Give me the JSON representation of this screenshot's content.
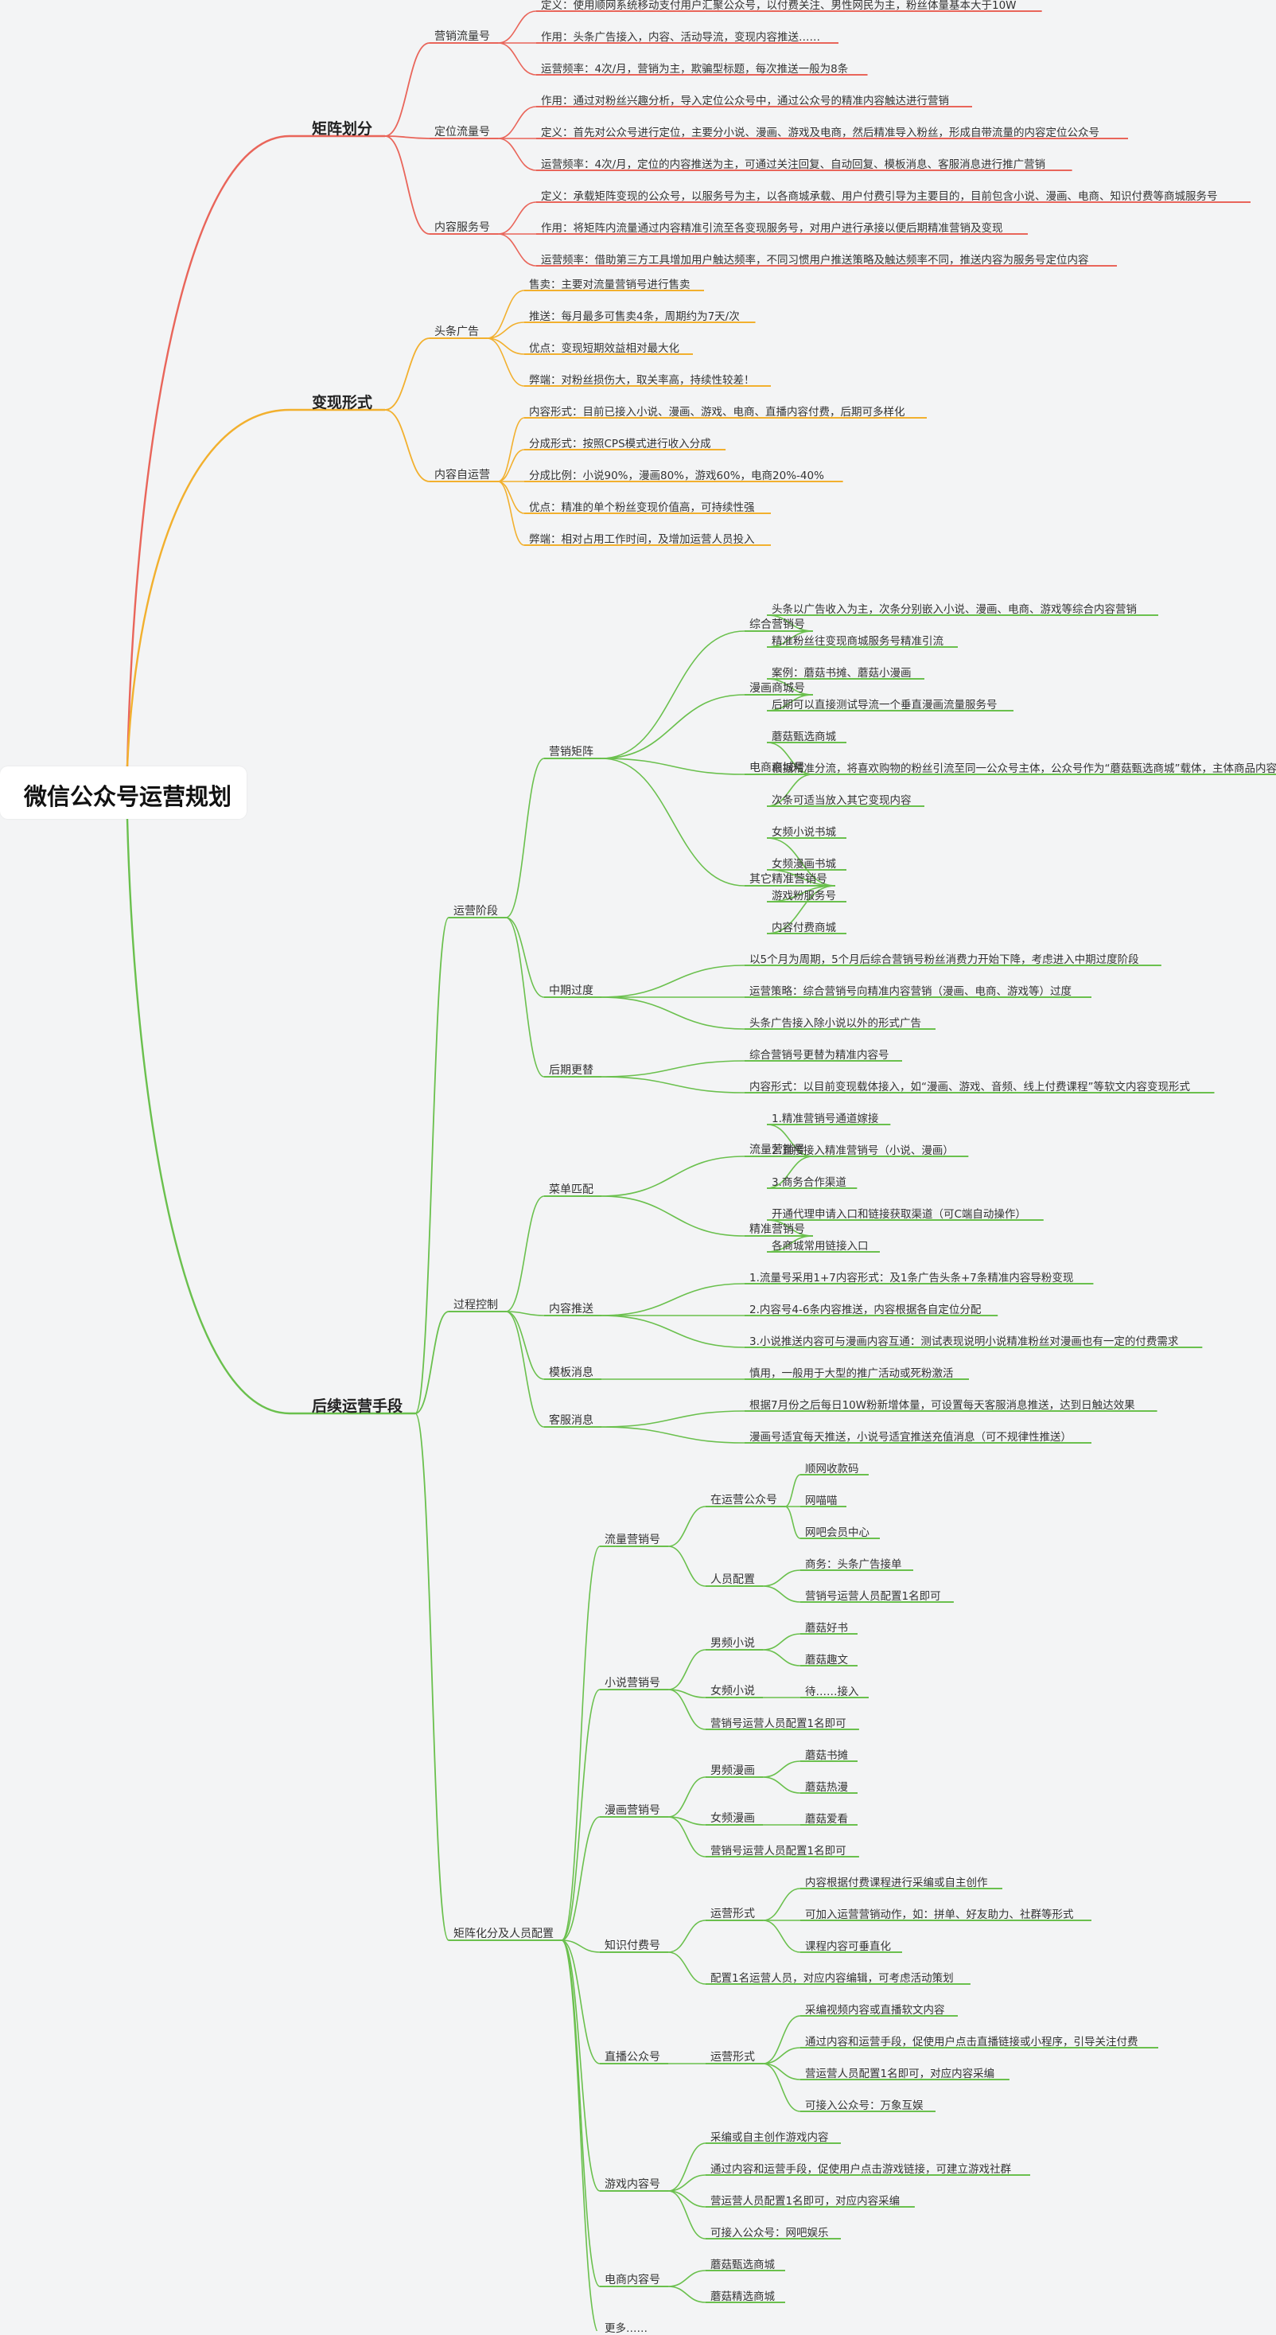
{
  "colors": {
    "red": "#e9655a",
    "orange": "#f2b02e",
    "green": "#6ac04d"
  },
  "root": "微信公众号运营规划",
  "branches": [
    {
      "label": "矩阵划分",
      "color": "red",
      "children": [
        {
          "label": "营销流量号",
          "children": [
            {
              "label": "定义：使用顺网系统移动支付用户汇聚公众号，以付费关注、男性网民为主，粉丝体量基本大于10W"
            },
            {
              "label": "作用：头条广告接入，内容、活动导流，变现内容推送……"
            },
            {
              "label": "运营频率：4次/月，营销为主，欺骗型标题，每次推送一般为8条"
            }
          ]
        },
        {
          "label": "定位流量号",
          "children": [
            {
              "label": "作用：通过对粉丝兴趣分析，导入定位公众号中，通过公众号的精准内容触达进行营销"
            },
            {
              "label": "定义：首先对公众号进行定位，主要分小说、漫画、游戏及电商，然后精准导入粉丝，形成自带流量的内容定位公众号"
            },
            {
              "label": "运营频率：4次/月，定位的内容推送为主，可通过关注回复、自动回复、模板消息、客服消息进行推广营销"
            }
          ]
        },
        {
          "label": "内容服务号",
          "children": [
            {
              "label": "定义：承载矩阵变现的公众号，以服务号为主，以各商城承载、用户付费引导为主要目的，目前包含小说、漫画、电商、知识付费等商城服务号"
            },
            {
              "label": "作用：将矩阵内流量通过内容精准引流至各变现服务号，对用户进行承接以便后期精准营销及变现"
            },
            {
              "label": "运营频率：借助第三方工具增加用户触达频率，不同习惯用户推送策略及触达频率不同，推送内容为服务号定位内容"
            }
          ]
        }
      ]
    },
    {
      "label": "变现形式",
      "color": "orange",
      "children": [
        {
          "label": "头条广告",
          "children": [
            {
              "label": "售卖：主要对流量营销号进行售卖"
            },
            {
              "label": "推送：每月最多可售卖4条，周期约为7天/次"
            },
            {
              "label": "优点：变现短期效益相对最大化"
            },
            {
              "label": "弊端：对粉丝损伤大，取关率高，持续性较差！"
            }
          ]
        },
        {
          "label": "内容自运营",
          "children": [
            {
              "label": "内容形式：目前已接入小说、漫画、游戏、电商、直播内容付费，后期可多样化"
            },
            {
              "label": "分成形式：按照CPS模式进行收入分成"
            },
            {
              "label": "分成比例：小说90%，漫画80%，游戏60%，电商20%-40%"
            },
            {
              "label": "优点：精准的单个粉丝变现价值高，可持续性强"
            },
            {
              "label": "弊端：相对占用工作时间，及增加运营人员投入"
            }
          ]
        }
      ]
    },
    {
      "label": "后续运营手段",
      "color": "green",
      "children": [
        {
          "label": "运营阶段",
          "children": [
            {
              "label": "营销矩阵",
              "children": [
                {
                  "label": "综合营销号",
                  "children": [
                    {
                      "label": "头条以广告收入为主，次条分别嵌入小说、漫画、电商、游戏等综合内容营销"
                    },
                    {
                      "label": "精准粉丝往变现商城服务号精准引流"
                    }
                  ]
                },
                {
                  "label": "漫画商城号",
                  "children": [
                    {
                      "label": "案例：蘑菇书摊、蘑菇小漫画"
                    },
                    {
                      "label": "后期可以直接测试导流一个垂直漫画流量服务号"
                    }
                  ]
                },
                {
                  "label": "电商商城号",
                  "children": [
                    {
                      "label": "蘑菇甄选商城"
                    },
                    {
                      "label": "根据精准分流，将喜欢购物的粉丝引流至同一公众号主体，公众号作为“蘑菇甄选商城”载体，主体商品内容"
                    },
                    {
                      "label": "次条可适当放入其它变现内容"
                    }
                  ]
                },
                {
                  "label": "其它精准营销号",
                  "children": [
                    {
                      "label": "女频小说书城"
                    },
                    {
                      "label": "女频漫画书城"
                    },
                    {
                      "label": "游戏粉服务号"
                    },
                    {
                      "label": "内容付费商城"
                    }
                  ]
                }
              ]
            },
            {
              "label": "中期过度",
              "children": [
                {
                  "label": "以5个月为周期，5个月后综合营销号粉丝消费力开始下降，考虑进入中期过度阶段"
                },
                {
                  "label": "运营策略：综合营销号向精准内容营销（漫画、电商、游戏等）过度"
                },
                {
                  "label": "头条广告接入除小说以外的形式广告"
                }
              ]
            },
            {
              "label": "后期更替",
              "children": [
                {
                  "label": "综合营销号更替为精准内容号"
                },
                {
                  "label": "内容形式：以目前变现载体接入，如“漫画、游戏、音频、线上付费课程”等软文内容变现形式"
                }
              ]
            }
          ]
        },
        {
          "label": "过程控制",
          "children": [
            {
              "label": "菜单匹配",
              "children": [
                {
                  "label": "流量营销号",
                  "children": [
                    {
                      "label": "1.精准营销号通道嫁接"
                    },
                    {
                      "label": "2.直接接入精准营销号（小说、漫画）"
                    },
                    {
                      "label": "3.商务合作渠道"
                    }
                  ]
                },
                {
                  "label": "精准营销号",
                  "children": [
                    {
                      "label": "开通代理申请入口和链接获取渠道（可C端自动操作）"
                    },
                    {
                      "label": "各商城常用链接入口"
                    }
                  ]
                }
              ]
            },
            {
              "label": "内容推送",
              "children": [
                {
                  "label": "1.流量号采用1+7内容形式：及1条广告头条+7条精准内容导粉变现"
                },
                {
                  "label": "2.内容号4-6条内容推送，内容根据各自定位分配"
                },
                {
                  "label": "3.小说推送内容可与漫画内容互通：测试表现说明小说精准粉丝对漫画也有一定的付费需求"
                }
              ]
            },
            {
              "label": "模板消息",
              "children": [
                {
                  "label": "慎用，一般用于大型的推广活动或死粉激活"
                }
              ]
            },
            {
              "label": "客服消息",
              "children": [
                {
                  "label": "根据7月份之后每日10W粉新增体量，可设置每天客服消息推送，达到日触达效果"
                },
                {
                  "label": "漫画号适宜每天推送，小说号适宜推送充值消息（可不规律性推送）"
                }
              ]
            }
          ]
        },
        {
          "label": "矩阵化分及人员配置",
          "children": [
            {
              "label": "流量营销号",
              "children": [
                {
                  "label": "在运营公众号",
                  "children": [
                    {
                      "label": "顺网收款码"
                    },
                    {
                      "label": "网喵喵"
                    },
                    {
                      "label": "网吧会员中心"
                    }
                  ]
                },
                {
                  "label": "人员配置",
                  "children": [
                    {
                      "label": "商务：头条广告接单"
                    },
                    {
                      "label": "营销号运营人员配置1名即可"
                    }
                  ]
                }
              ]
            },
            {
              "label": "小说营销号",
              "children": [
                {
                  "label": "男频小说",
                  "children": [
                    {
                      "label": "蘑菇好书"
                    },
                    {
                      "label": "蘑菇趣文"
                    }
                  ]
                },
                {
                  "label": "女频小说",
                  "children": [
                    {
                      "label": "待……接入"
                    }
                  ]
                },
                {
                  "label": "营销号运营人员配置1名即可"
                }
              ]
            },
            {
              "label": "漫画营销号",
              "children": [
                {
                  "label": "男频漫画",
                  "children": [
                    {
                      "label": "蘑菇书摊"
                    },
                    {
                      "label": "蘑菇热漫"
                    }
                  ]
                },
                {
                  "label": "女频漫画",
                  "children": [
                    {
                      "label": "蘑菇爱看"
                    }
                  ]
                },
                {
                  "label": "营销号运营人员配置1名即可"
                }
              ]
            },
            {
              "label": "知识付费号",
              "children": [
                {
                  "label": "运营形式",
                  "children": [
                    {
                      "label": "内容根据付费课程进行采编或自主创作"
                    },
                    {
                      "label": "可加入运营营销动作，如：拼单、好友助力、社群等形式"
                    },
                    {
                      "label": "课程内容可垂直化"
                    }
                  ]
                },
                {
                  "label": "配置1名运营人员，对应内容编辑，可考虑活动策划"
                }
              ]
            },
            {
              "label": "直播公众号",
              "children": [
                {
                  "label": "运营形式",
                  "children": [
                    {
                      "label": "采编视频内容或直播软文内容"
                    },
                    {
                      "label": "通过内容和运营手段，促使用户点击直播链接或小程序，引导关注付费"
                    },
                    {
                      "label": "营运营人员配置1名即可，对应内容采编"
                    },
                    {
                      "label": "可接入公众号：万象互娱"
                    }
                  ]
                }
              ]
            },
            {
              "label": "游戏内容号",
              "children": [
                {
                  "label": "采编或自主创作游戏内容"
                },
                {
                  "label": "通过内容和运营手段，促使用户点击游戏链接，可建立游戏社群"
                },
                {
                  "label": "营运营人员配置1名即可，对应内容采编"
                },
                {
                  "label": "可接入公众号：网吧娱乐"
                }
              ]
            },
            {
              "label": "电商内容号",
              "children": [
                {
                  "label": "蘑菇甄选商城"
                },
                {
                  "label": "蘑菇精选商城"
                }
              ]
            },
            {
              "label": "更多……"
            }
          ]
        }
      ]
    }
  ]
}
